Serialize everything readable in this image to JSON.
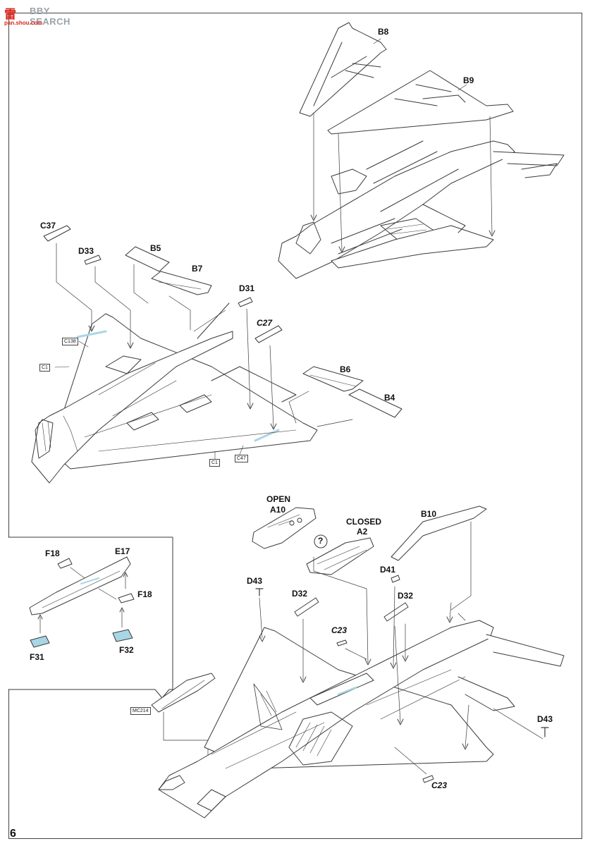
{
  "watermark": {
    "brand_cn": "雷",
    "brand_word": "BBY SEARCH",
    "url": "pan.shou.com"
  },
  "page_number": "6",
  "labels": {
    "b8": "B8",
    "b9": "B9",
    "c37": "C37",
    "d33": "D33",
    "b5": "B5",
    "b7": "B7",
    "d31": "D31",
    "c27": "C27",
    "b6": "B6",
    "b4": "B4",
    "open": "OPEN",
    "a10": "A10",
    "closed": "CLOSED",
    "a2": "A2",
    "b10": "B10",
    "question": "?",
    "f18a": "F18",
    "e17": "E17",
    "f18b": "F18",
    "f31": "F31",
    "f32": "F32",
    "d43a": "D43",
    "d32a": "D32",
    "d41": "D41",
    "d32b": "D32",
    "c23a": "C23",
    "d43b": "D43",
    "c23b": "C23"
  },
  "callout_boxes": {
    "c138": "C138",
    "c1a": "C1",
    "c1b": "C1",
    "c47": "C47",
    "mc214": "MC214"
  },
  "colors": {
    "line": "#3a3a3a",
    "highlight": "#a9d6e5"
  }
}
